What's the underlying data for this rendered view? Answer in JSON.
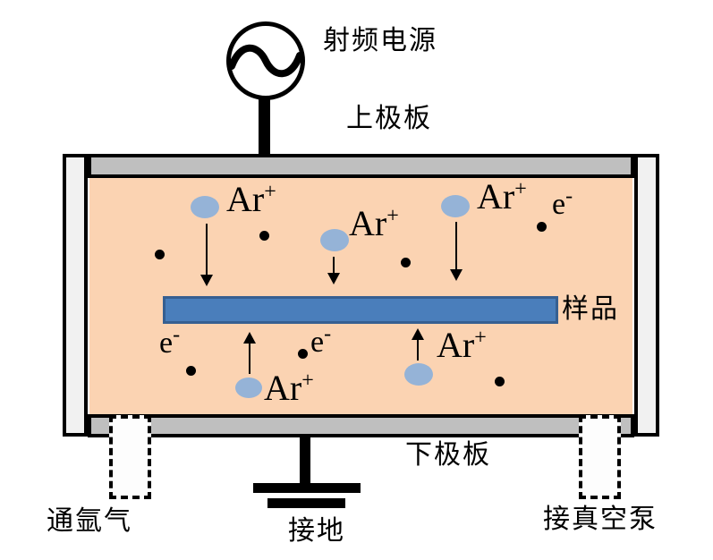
{
  "title": "RF plasma sputtering chamber diagram",
  "labels": {
    "rf_power": "射频电源",
    "upper_plate": "上极板",
    "sample": "样品",
    "lower_plate": "下极板",
    "ground": "接地",
    "argon_inlet": "通氩气",
    "vacuum_pump": "接真空泵"
  },
  "particles": {
    "argon_ion": {
      "base": "Ar",
      "sup": "+"
    },
    "electron": {
      "base": "e",
      "sup": "-"
    }
  },
  "icons": {
    "ac_source": "circle-with-sine-wave",
    "ground": "ground-symbol",
    "ion_motion": "arrow",
    "gas_port": "dashed-rectangle"
  },
  "colors": {
    "background": "#ffffff",
    "chamber_fill": "#fbd3b2",
    "electrode_fill": "#bfbfbf",
    "wall_fill": "#f1f1f1",
    "sample_fill": "#4a7ebb",
    "sample_border": "#365f91",
    "ion_fill": "#95b3d7",
    "outline": "#000000"
  }
}
